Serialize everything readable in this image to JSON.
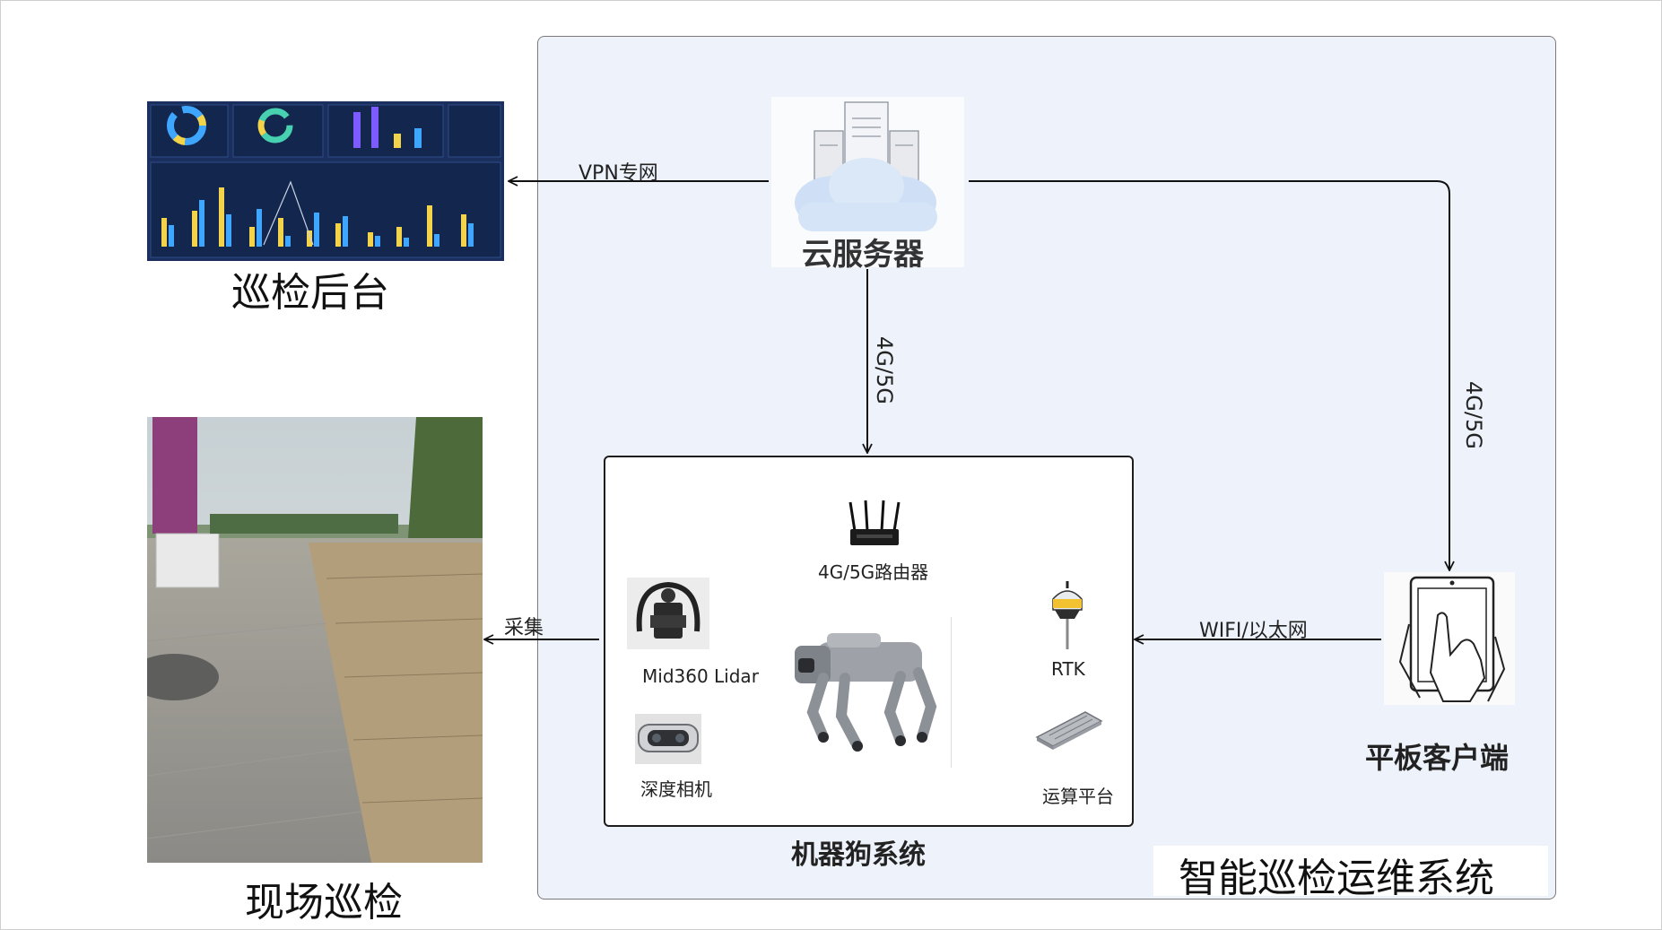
{
  "diagram": {
    "system_title": "智能巡检运维系统",
    "robot_system_label": "机器狗系统",
    "nodes": {
      "cloud_server": "云服务器",
      "backend": "巡检后台",
      "field_inspection": "现场巡检",
      "tablet_client": "平板客户端"
    },
    "components": {
      "router": "4G/5G路由器",
      "lidar": "Mid360 Lidar",
      "depth_camera": "深度相机",
      "rtk": "RTK",
      "compute_platform": "运算平台"
    },
    "edges": {
      "vpn": "VPN专网",
      "cloud_to_robot": "4G/5G",
      "cloud_to_tablet": "4G/5G",
      "tablet_to_robot": "WIFI/以太网",
      "robot_to_field": "采集"
    }
  },
  "colors": {
    "outer_panel_bg": "#eef3fb",
    "dashboard_bg": "#1a2f5e",
    "bar_yellow": "#f3d34a",
    "bar_blue": "#3ea6ff",
    "robot_grey": "#8c9097"
  }
}
